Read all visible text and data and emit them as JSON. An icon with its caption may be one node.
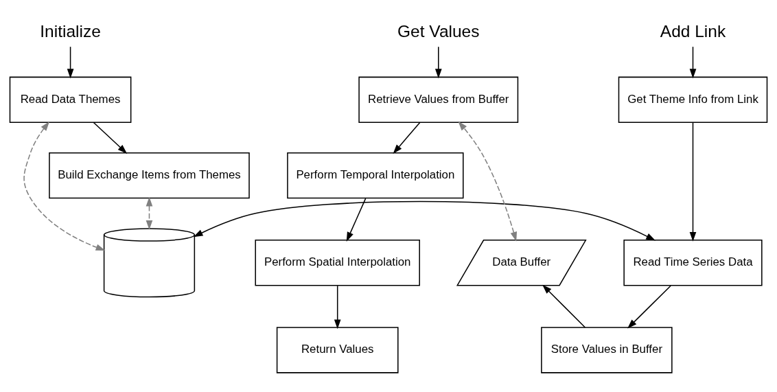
{
  "diagram": {
    "nodes": [
      {
        "text": [
          "Initialize"
        ]
      },
      {
        "text": [
          "Read Data Themes"
        ]
      },
      {
        "text": [
          "Build Exchange Items from Themes"
        ]
      },
      {
        "text": [],
        "shape": "cylinder"
      },
      {
        "text": [
          "Add Link"
        ]
      },
      {
        "text": [
          "Get Theme Info from Link"
        ]
      },
      {
        "text": [
          "Read Time Series Data"
        ]
      },
      {
        "text": [
          "Store Values in Buffer"
        ]
      },
      {
        "text": [
          "Data Buffer"
        ]
      },
      {
        "text": [
          "Get Values"
        ]
      },
      {
        "text": [
          "Retrieve Values from Buffer"
        ]
      },
      {
        "text": [
          "Perform Temporal Interpolation"
        ]
      },
      {
        "text": [
          "Perform Spatial Interpolation"
        ]
      },
      {
        "text": [
          "Return Values"
        ]
      }
    ],
    "edges": [
      {
        "from": 0,
        "to": 1,
        "arrow": "to"
      },
      {
        "from": 1,
        "to": 2,
        "arrow": "to"
      },
      {
        "from": 1,
        "to": 3,
        "arrow": "both",
        "style": "dashed",
        "color": "#808080"
      },
      {
        "from": 2,
        "to": 3,
        "arrow": "both",
        "style": "dashed",
        "color": "#808080"
      },
      {
        "from": 3,
        "to": 6,
        "arrow": "both"
      },
      {
        "from": 4,
        "to": 5,
        "arrow": "to"
      },
      {
        "from": 5,
        "to": 6,
        "arrow": "to"
      },
      {
        "from": 6,
        "to": 7,
        "arrow": "to"
      },
      {
        "from": 7,
        "to": 8,
        "arrow": "to"
      },
      {
        "from": 8,
        "to": 10,
        "arrow": "both",
        "style": "dashed",
        "color": "#808080"
      },
      {
        "from": 9,
        "to": 10,
        "arrow": "to"
      },
      {
        "from": 10,
        "to": 11,
        "arrow": "to"
      },
      {
        "from": 11,
        "to": 12,
        "arrow": "to"
      },
      {
        "from": 12,
        "to": 13,
        "arrow": "to"
      }
    ]
  }
}
